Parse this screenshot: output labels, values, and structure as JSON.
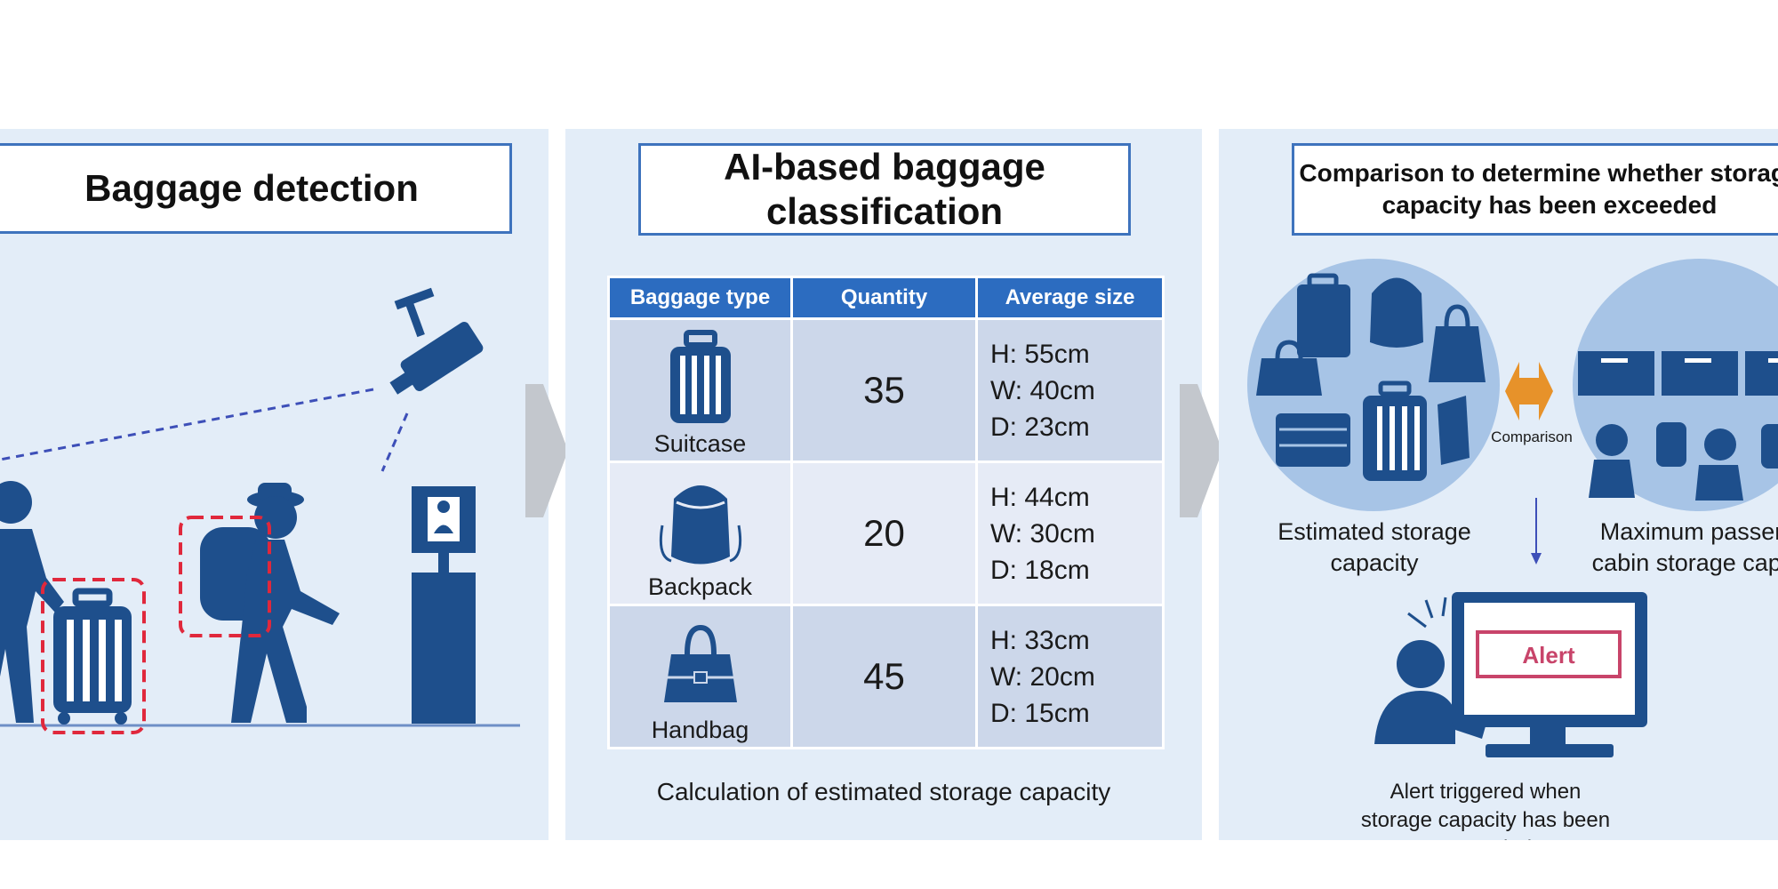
{
  "panel1": {
    "title": "Baggage detection"
  },
  "panel2": {
    "title": "AI-based baggage classification",
    "table": {
      "headers": [
        "Baggage type",
        "Quantity",
        "Average size"
      ],
      "rows": [
        {
          "type": "Suitcase",
          "quantity": "35",
          "h": "H: 55cm",
          "w": "W: 40cm",
          "d": "D: 23cm"
        },
        {
          "type": "Backpack",
          "quantity": "20",
          "h": "H: 44cm",
          "w": "W: 30cm",
          "d": "D: 18cm"
        },
        {
          "type": "Handbag",
          "quantity": "45",
          "h": "H: 33cm",
          "w": "W: 20cm",
          "d": "D: 15cm"
        }
      ]
    },
    "caption": "Calculation of estimated storage capacity"
  },
  "panel3": {
    "title": "Comparison to determine whether storage capacity has been exceeded",
    "comparison_label": "Comparison",
    "estimated_caption": "Estimated storage capacity",
    "maximum_caption": "Maximum passenger cabin storage capacity",
    "alert_label": "Alert",
    "alert_caption": "Alert triggered when storage capacity has been exceeded"
  },
  "colors": {
    "navy": "#1e4f8c",
    "panel_bg": "#e3edf8",
    "header_blue": "#2c6cc0",
    "alert_red": "#c8446a",
    "orange": "#e7922a",
    "dash_red": "#e0283c"
  }
}
